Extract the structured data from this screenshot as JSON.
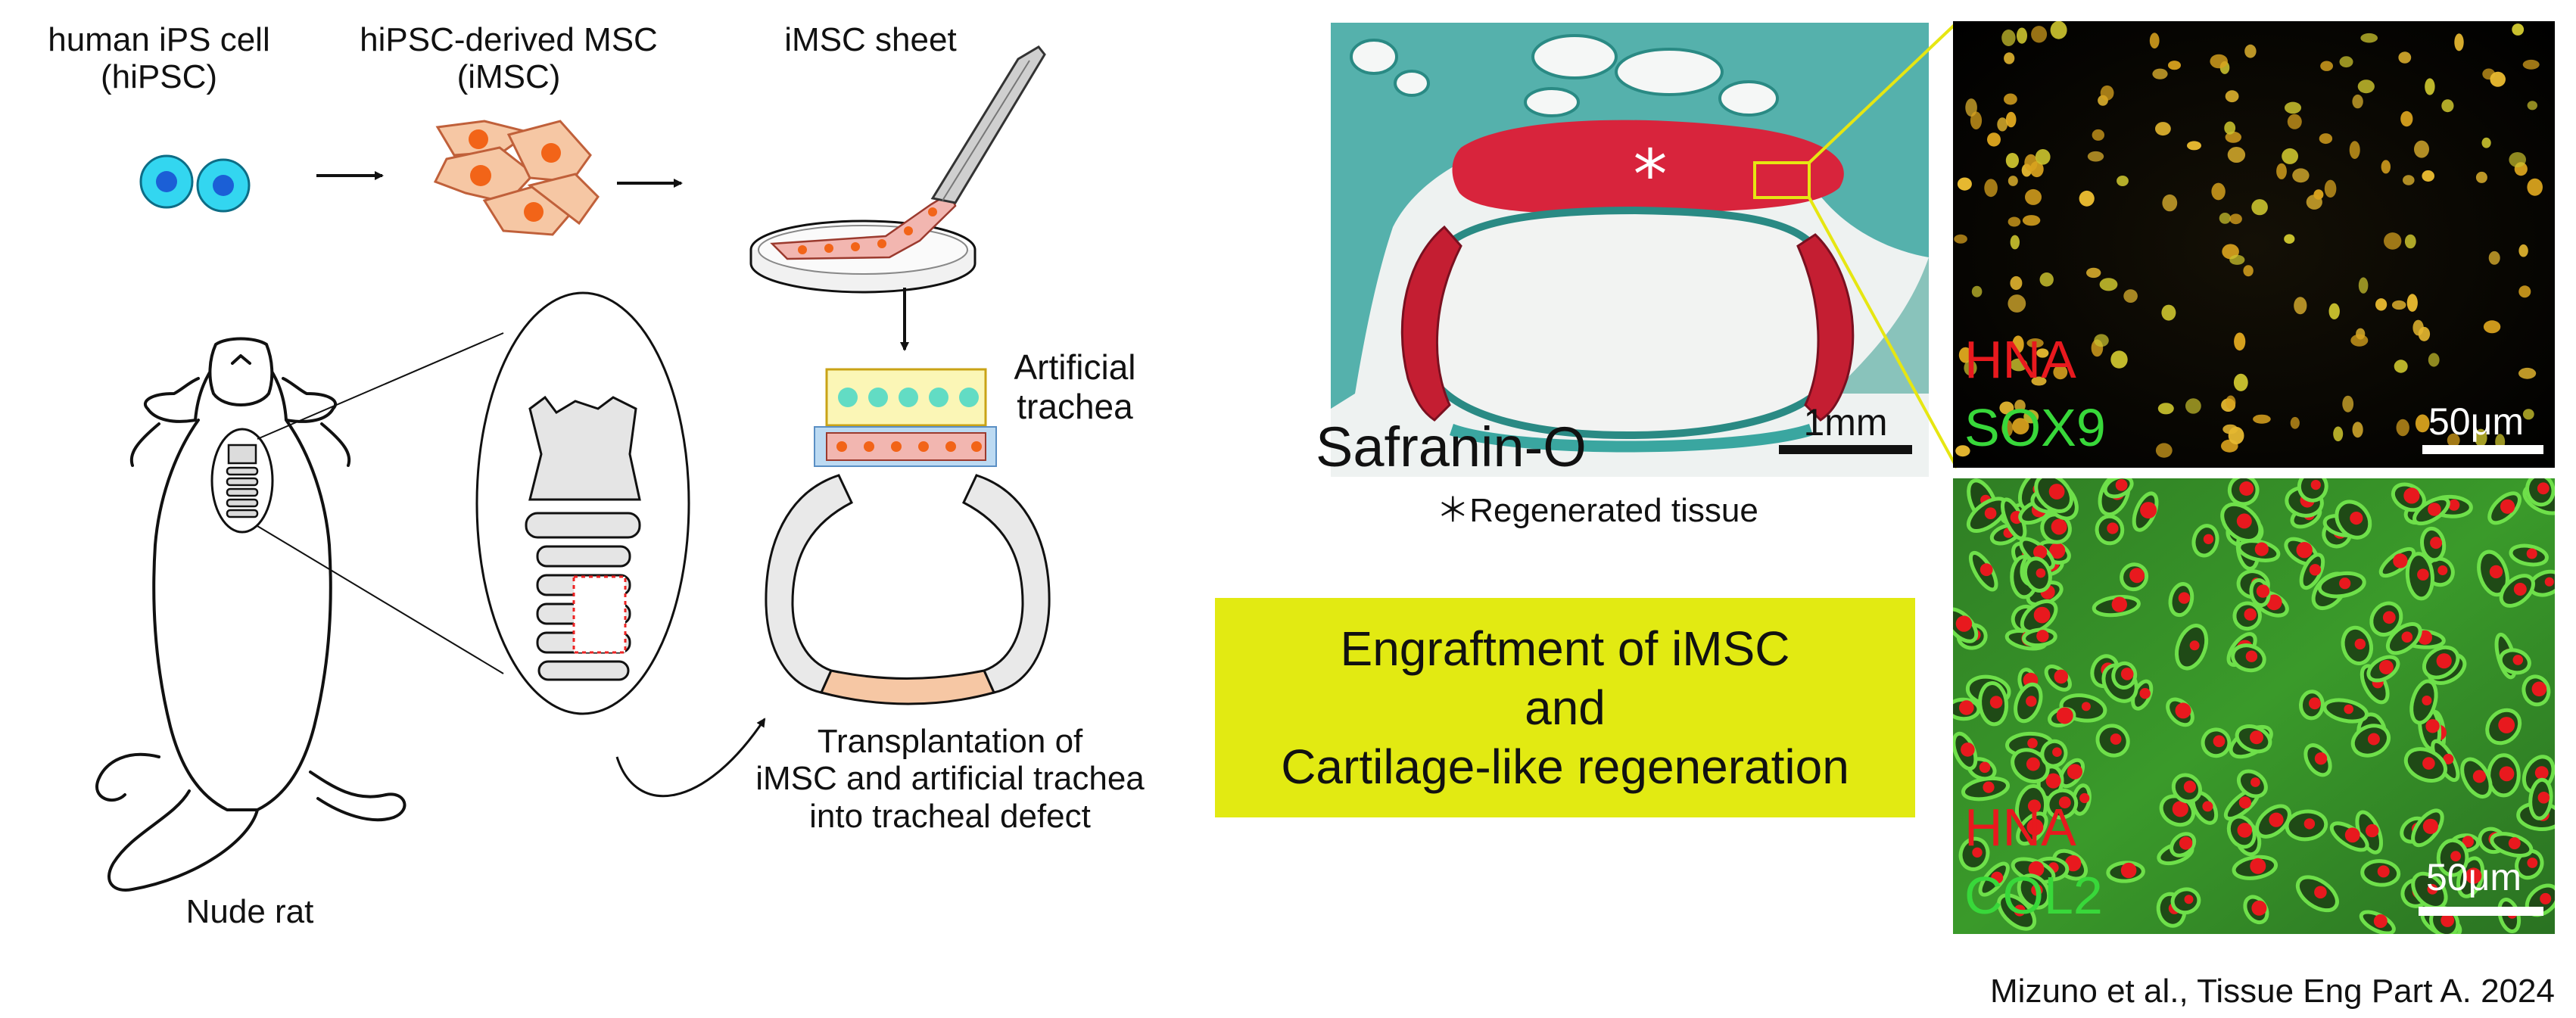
{
  "workflow": {
    "hipsc_label_line1": "human iPS cell",
    "hipsc_label_line2": "(hiPSC)",
    "imsc_label_line1": "hiPSC-derived MSC",
    "imsc_label_line2": "(iMSC)",
    "sheet_label": "iMSC sheet",
    "artificial_trachea_line1": "Artificial",
    "artificial_trachea_line2": "trachea",
    "transplant_line1": "Transplantation of",
    "transplant_line2": "iMSC and artificial trachea",
    "transplant_line3": "into tracheal defect",
    "rat_label": "Nude rat"
  },
  "histology": {
    "stain_label": "Safranin-O",
    "scale_bar": "1mm",
    "asterisk_note": "＊Regenerated tissue"
  },
  "banner": {
    "line1": "Engraftment of iMSC",
    "line2": "and",
    "line3": "Cartilage-like regeneration"
  },
  "panel_sox9": {
    "marker1": "HNA",
    "marker2": "SOX9",
    "scale_bar": "50μm"
  },
  "panel_col2": {
    "marker1": "HNA",
    "marker2": "COL2",
    "scale_bar": "50μm"
  },
  "citation": "Mizuno et al., Tissue Eng Part A. 2024",
  "colors": {
    "cell_cyan": "#33d6f0",
    "cell_nucleus": "#1b5fd6",
    "msc_fill": "#f6c7a4",
    "msc_nucleus": "#f26418",
    "banner": "#e2ea12",
    "hna_red": "#e8191e",
    "sox9_green": "#38d83a",
    "col2_green": "#38d83a",
    "safranin_red": "#d8243c",
    "fast_green": "#3aa6a0"
  }
}
